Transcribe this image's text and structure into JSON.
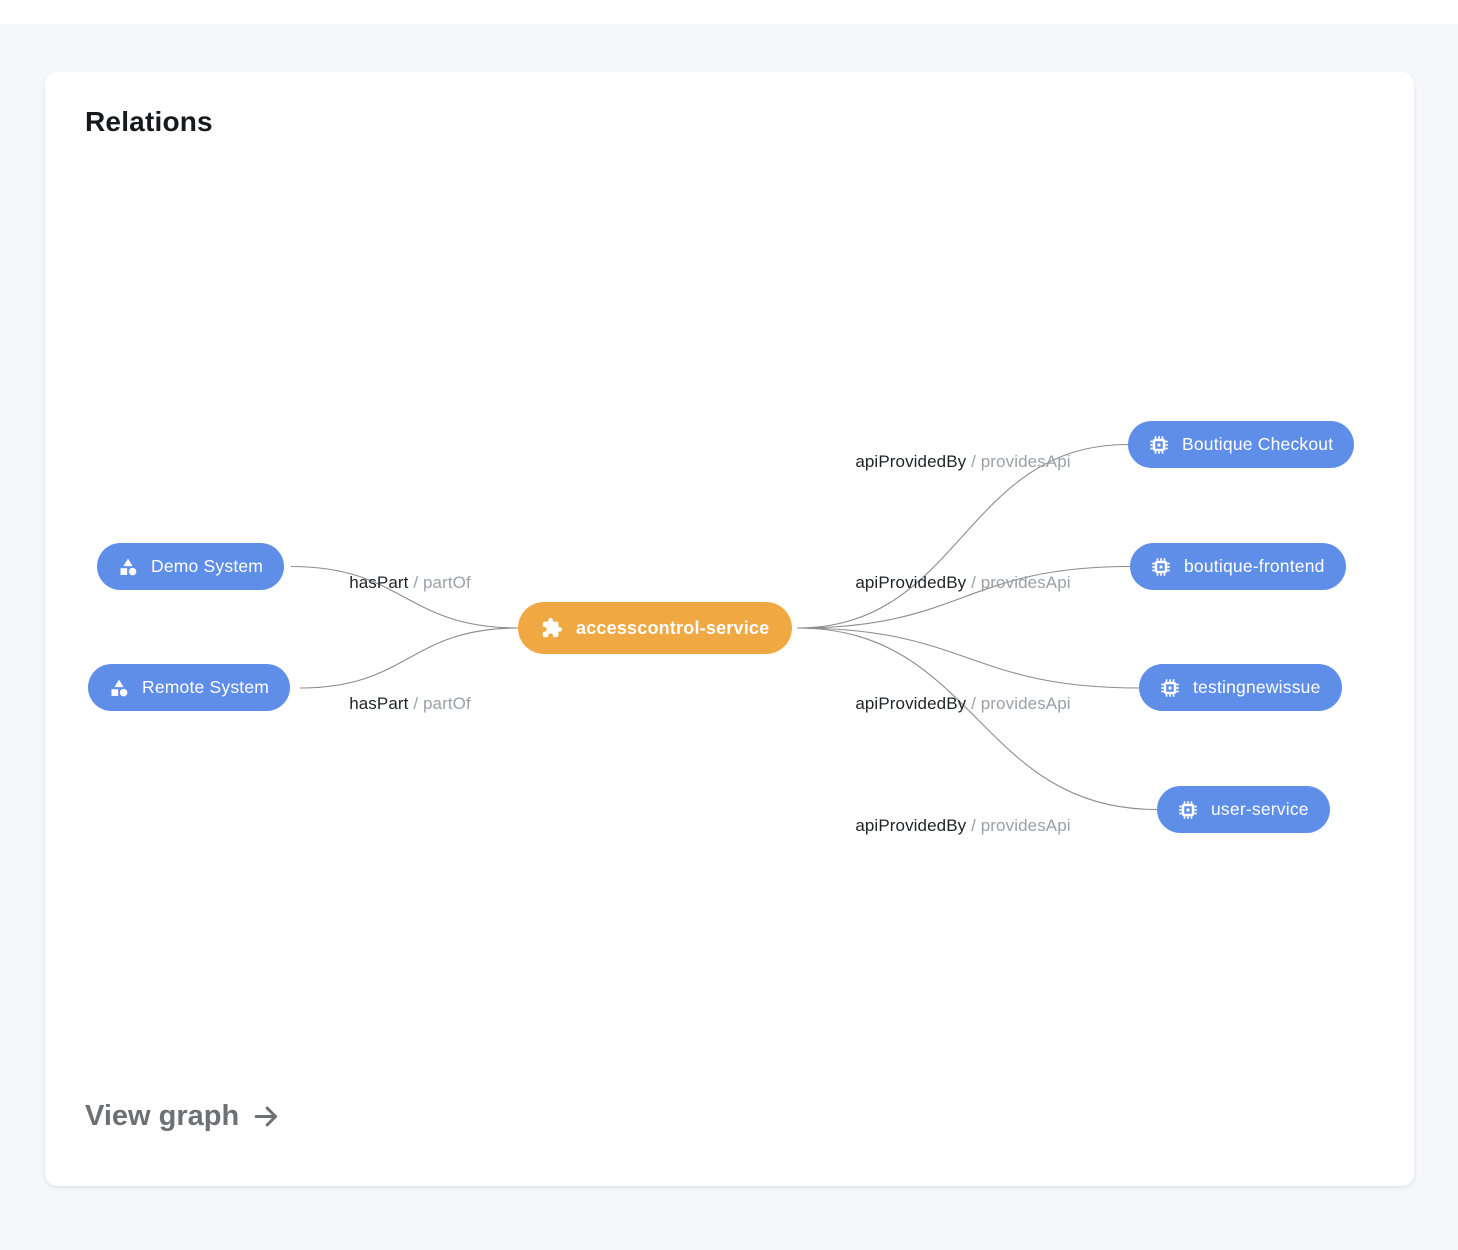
{
  "card": {
    "title": "Relations",
    "view_graph_label": "View graph"
  },
  "colors": {
    "page_background": "#f5f7fa",
    "card_background": "#ffffff",
    "node_blue": "#5f8ee8",
    "node_orange": "#f0a843",
    "edge_line": "#8c8c8c",
    "edge_label_primary": "#1f2328",
    "edge_label_secondary": "#9aa1a8",
    "view_graph_gray": "#6d7175"
  },
  "graph": {
    "edge_separator": "/",
    "center_node": {
      "label": "accesscontrol-service",
      "icon": "puzzle-icon"
    },
    "nodes": [
      {
        "label": "Demo System",
        "icon": "system-icon"
      },
      {
        "label": "Remote System",
        "icon": "system-icon"
      },
      {
        "label": "Boutique Checkout",
        "icon": "api-chip-icon"
      },
      {
        "label": "boutique-frontend",
        "icon": "api-chip-icon"
      },
      {
        "label": "testingnewissue",
        "icon": "api-chip-icon"
      },
      {
        "label": "user-service",
        "icon": "api-chip-icon"
      }
    ],
    "edges": [
      {
        "primary": "hasPart",
        "secondary": "partOf"
      },
      {
        "primary": "hasPart",
        "secondary": "partOf"
      },
      {
        "primary": "apiProvidedBy",
        "secondary": "providesApi"
      },
      {
        "primary": "apiProvidedBy",
        "secondary": "providesApi"
      },
      {
        "primary": "apiProvidedBy",
        "secondary": "providesApi"
      },
      {
        "primary": "apiProvidedBy",
        "secondary": "providesApi"
      }
    ]
  }
}
